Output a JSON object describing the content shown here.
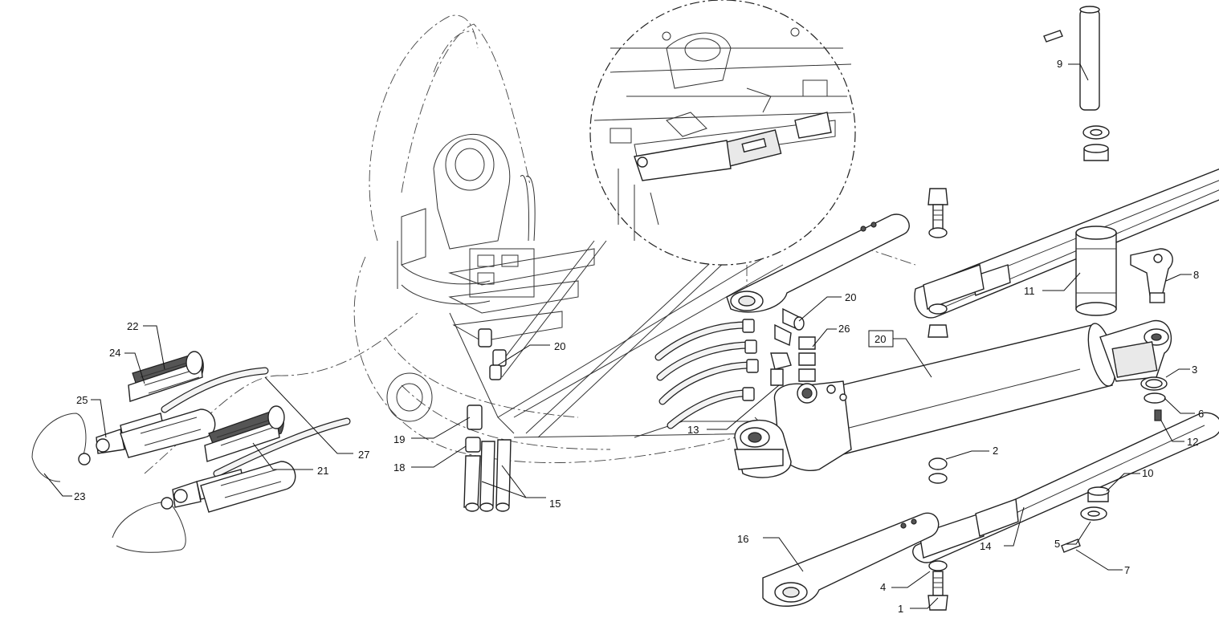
{
  "diagram": {
    "labels": [
      {
        "id": "1",
        "text": "1"
      },
      {
        "id": "2",
        "text": "2"
      },
      {
        "id": "3",
        "text": "3"
      },
      {
        "id": "4",
        "text": "4"
      },
      {
        "id": "5",
        "text": "5"
      },
      {
        "id": "6",
        "text": "6"
      },
      {
        "id": "7",
        "text": "7"
      },
      {
        "id": "8",
        "text": "8"
      },
      {
        "id": "9",
        "text": "9"
      },
      {
        "id": "10",
        "text": "10"
      },
      {
        "id": "11",
        "text": "11"
      },
      {
        "id": "12",
        "text": "12"
      },
      {
        "id": "13",
        "text": "13"
      },
      {
        "id": "14",
        "text": "14"
      },
      {
        "id": "15",
        "text": "15"
      },
      {
        "id": "16",
        "text": "16"
      },
      {
        "id": "18",
        "text": "18"
      },
      {
        "id": "19",
        "text": "19"
      },
      {
        "id": "20a",
        "text": "20"
      },
      {
        "id": "20b",
        "text": "20"
      },
      {
        "id": "20c",
        "text": "20"
      },
      {
        "id": "21",
        "text": "21"
      },
      {
        "id": "22",
        "text": "22"
      },
      {
        "id": "23",
        "text": "23"
      },
      {
        "id": "24",
        "text": "24"
      },
      {
        "id": "25",
        "text": "25"
      },
      {
        "id": "26",
        "text": "26"
      },
      {
        "id": "27",
        "text": "27"
      }
    ]
  }
}
